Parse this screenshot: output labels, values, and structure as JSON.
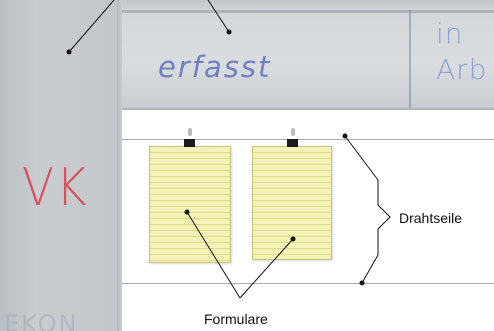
{
  "board": {
    "left_label": "VK",
    "top_label": "erfasst",
    "top_right_label_line1": "in",
    "top_right_label_line2": "Arb",
    "bottom_left_text": "EKON"
  },
  "annotations": {
    "forms_label": "Formulare",
    "wires_label": "Drahtseile"
  },
  "colors": {
    "vk_red": "#d3525e",
    "marker_blue": "#6f7fc4",
    "form_yellow": "#f4f2b6",
    "board_gray": "#c9cdd0"
  }
}
